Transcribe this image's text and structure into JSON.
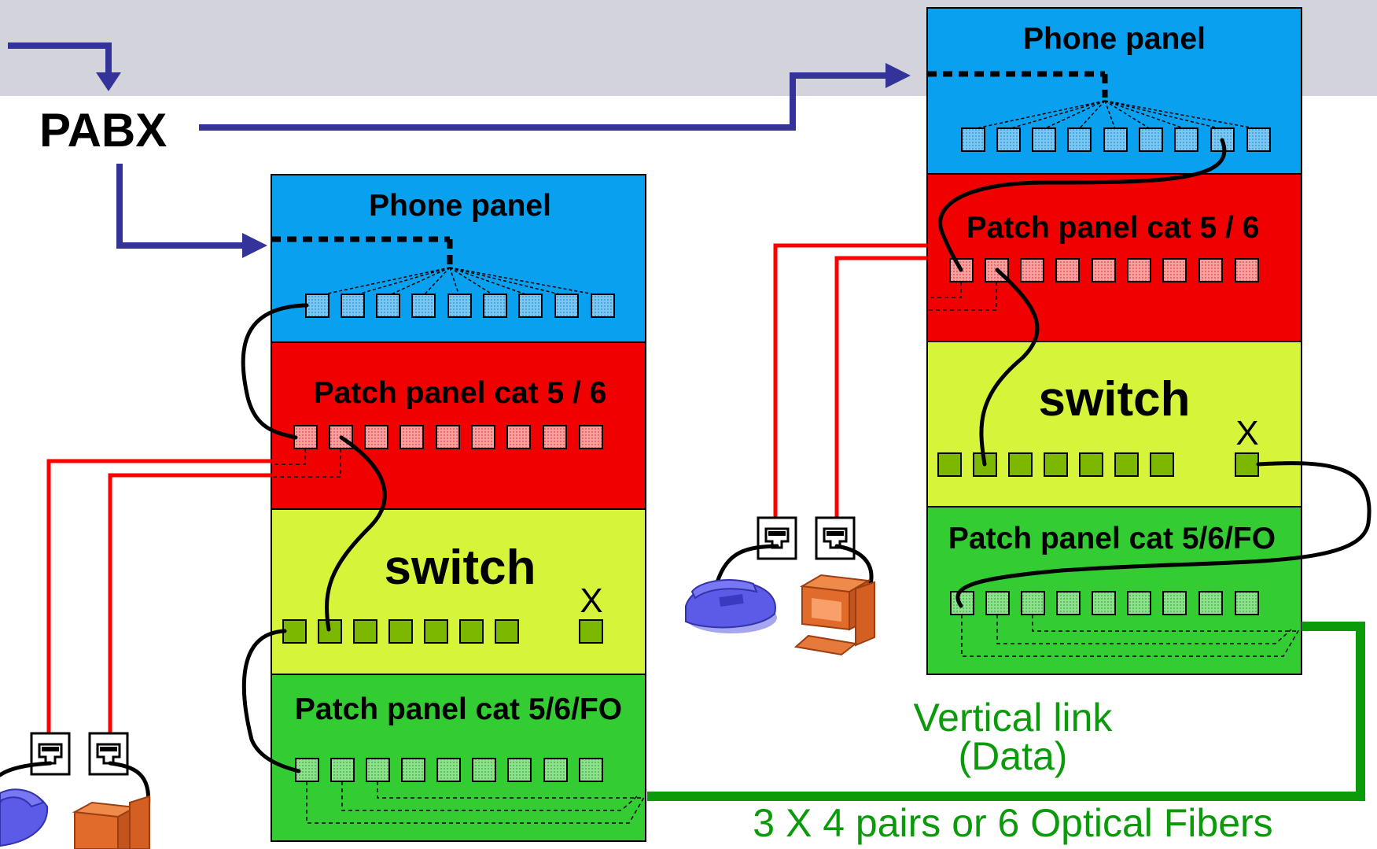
{
  "diagram": {
    "pabx_label": "PABX",
    "left_rack": {
      "phone_panel_title": "Phone panel",
      "patch_panel_title": "Patch panel cat 5 /  6",
      "switch_title": "switch",
      "switch_unused_port_mark": "X",
      "fo_panel_title": "Patch panel cat 5/6/FO"
    },
    "right_rack": {
      "phone_panel_title": "Phone panel",
      "patch_panel_title": "Patch panel cat 5 /  6",
      "switch_title": "switch",
      "switch_unused_port_mark": "X",
      "fo_panel_title": "Patch panel cat 5/6/FO"
    },
    "vertical_link_line1": "Vertical link",
    "vertical_link_line2": "(Data)",
    "vertical_link_caption": "3 X 4 pairs or 6 Optical Fibers"
  },
  "colors": {
    "phone_panel": "#0aa0f0",
    "patch_panel": "#f00000",
    "switch": "#d6f53a",
    "fo_panel": "#33cc33",
    "pabx_line": "#33339a",
    "vertical_link": "#0a9a0a",
    "drop_cable": "#ff0000",
    "top_band": "#d3d3db"
  },
  "icons": [
    "phone-icon",
    "computer-icon",
    "wall-outlet-icon"
  ]
}
